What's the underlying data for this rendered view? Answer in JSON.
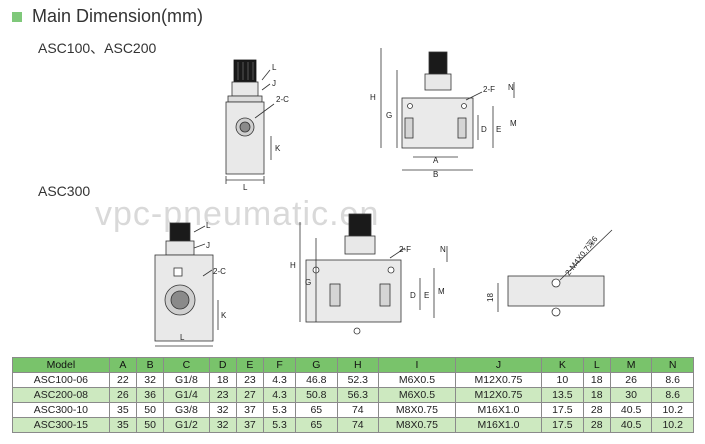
{
  "title": "Main Dimension(mm)",
  "labels": {
    "series_a": "ASC100、ASC200",
    "series_b": "ASC300"
  },
  "watermark": "vpc-pneumatic.en",
  "colors": {
    "header_green": "#79c36b",
    "row_green": "#cde9c0",
    "title_square": "#7fc87a"
  },
  "drawing_labels": {
    "L": "L",
    "J": "J",
    "two_c": "2-C",
    "K": "K",
    "H": "H",
    "G": "G",
    "two_f": "2-F",
    "N": "N",
    "D": "D",
    "E": "E",
    "M": "M",
    "A": "A",
    "B": "B",
    "hole_note": "2-M4X0.7深6",
    "dim18": "18"
  },
  "table": {
    "headers": [
      "Model",
      "A",
      "B",
      "C",
      "D",
      "E",
      "F",
      "G",
      "H",
      "I",
      "J",
      "K",
      "L",
      "M",
      "N"
    ],
    "rows": [
      [
        "ASC100-06",
        "22",
        "32",
        "G1/8",
        "18",
        "23",
        "4.3",
        "46.8",
        "52.3",
        "M6X0.5",
        "M12X0.75",
        "10",
        "18",
        "26",
        "8.6"
      ],
      [
        "ASC200-08",
        "26",
        "36",
        "G1/4",
        "23",
        "27",
        "4.3",
        "50.8",
        "56.3",
        "M6X0.5",
        "M12X0.75",
        "13.5",
        "18",
        "30",
        "8.6"
      ],
      [
        "ASC300-10",
        "35",
        "50",
        "G3/8",
        "32",
        "37",
        "5.3",
        "65",
        "74",
        "M8X0.75",
        "M16X1.0",
        "17.5",
        "28",
        "40.5",
        "10.2"
      ],
      [
        "ASC300-15",
        "35",
        "50",
        "G1/2",
        "32",
        "37",
        "5.3",
        "65",
        "74",
        "M8X0.75",
        "M16X1.0",
        "17.5",
        "28",
        "40.5",
        "10.2"
      ]
    ]
  }
}
